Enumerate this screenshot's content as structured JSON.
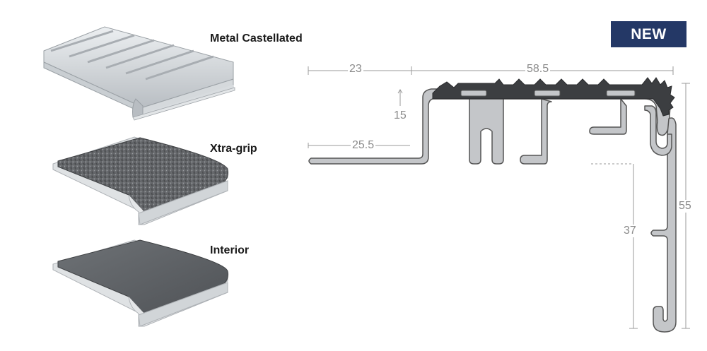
{
  "products": [
    {
      "name": "Metal Castellated",
      "icon": "metal-castellated-stair-nosing"
    },
    {
      "name": "Xtra-grip",
      "icon": "xtra-grip-stair-nosing"
    },
    {
      "name": "Interior",
      "icon": "interior-stair-nosing"
    }
  ],
  "badge": {
    "label": "NEW",
    "color": "#243866"
  },
  "profile": {
    "dimensions": {
      "top_left": "23",
      "top_right": "58.5",
      "tread_height": "15",
      "tread_length": "25.5",
      "nose_inner": "37",
      "nose_height": "55"
    },
    "colors": {
      "aluminium": "#c4c6c9",
      "insert": "#3c3e41",
      "outline": "#555555"
    }
  }
}
